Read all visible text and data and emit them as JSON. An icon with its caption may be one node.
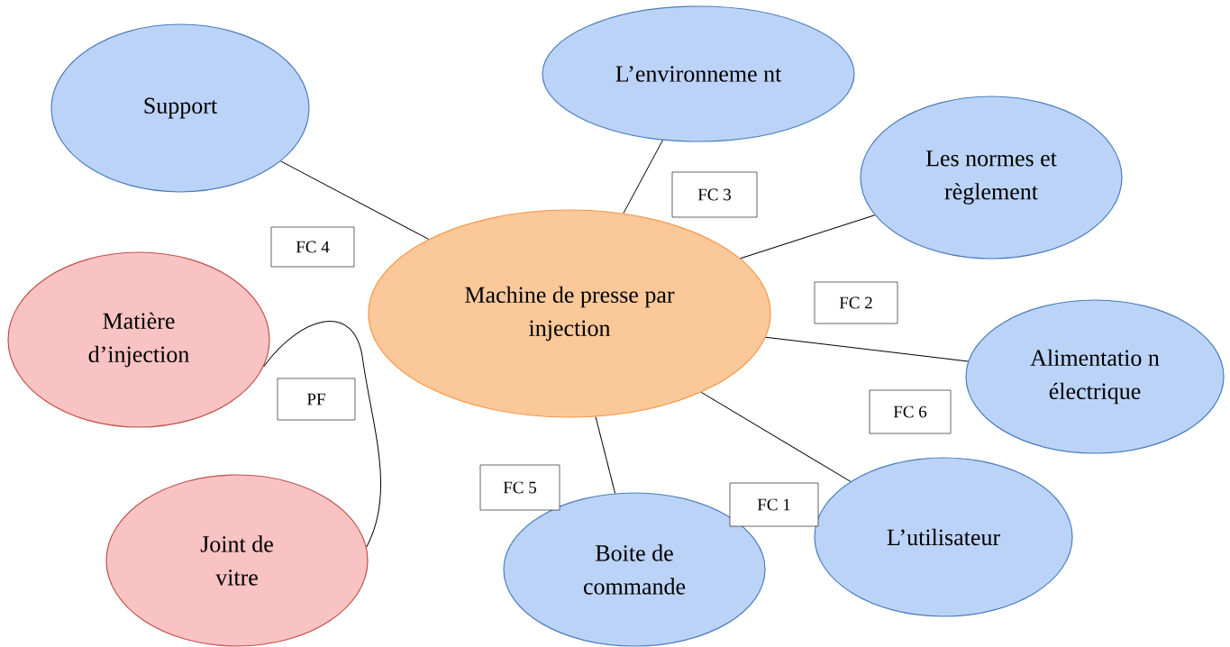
{
  "diagram": {
    "nodes": [
      {
        "text": [
          "Support"
        ]
      },
      {
        "text": [
          "L’environneme nt"
        ]
      },
      {
        "text": [
          "Les normes et règlement"
        ]
      },
      {
        "text": [
          "Machine de presse par injection"
        ]
      },
      {
        "text": [
          "Matière d’injection"
        ]
      },
      {
        "text": [
          "Alimentatio n électrique"
        ]
      },
      {
        "text": [
          "L’utilisateur"
        ]
      },
      {
        "text": [
          "Joint de vitre"
        ]
      },
      {
        "text": [
          "Boite de commande"
        ]
      },
      {
        "text": [
          "FC 4"
        ]
      },
      {
        "text": [
          "FC 3"
        ]
      },
      {
        "text": [
          "FC 2"
        ]
      },
      {
        "text": [
          "PF"
        ]
      },
      {
        "text": [
          "FC 6"
        ]
      },
      {
        "text": [
          "FC 5"
        ]
      },
      {
        "text": [
          "FC 1"
        ]
      }
    ],
    "edges": [
      {
        "from": 3,
        "to": 0,
        "arrow": "none"
      },
      {
        "from": 3,
        "to": 1,
        "arrow": "none"
      },
      {
        "from": 3,
        "to": 2,
        "arrow": "none"
      },
      {
        "from": 3,
        "to": 5,
        "arrow": "none"
      },
      {
        "from": 3,
        "to": 6,
        "arrow": "none"
      },
      {
        "from": 3,
        "to": 8,
        "arrow": "none"
      },
      {
        "from": 4,
        "to": 7,
        "arrow": "none"
      }
    ]
  }
}
